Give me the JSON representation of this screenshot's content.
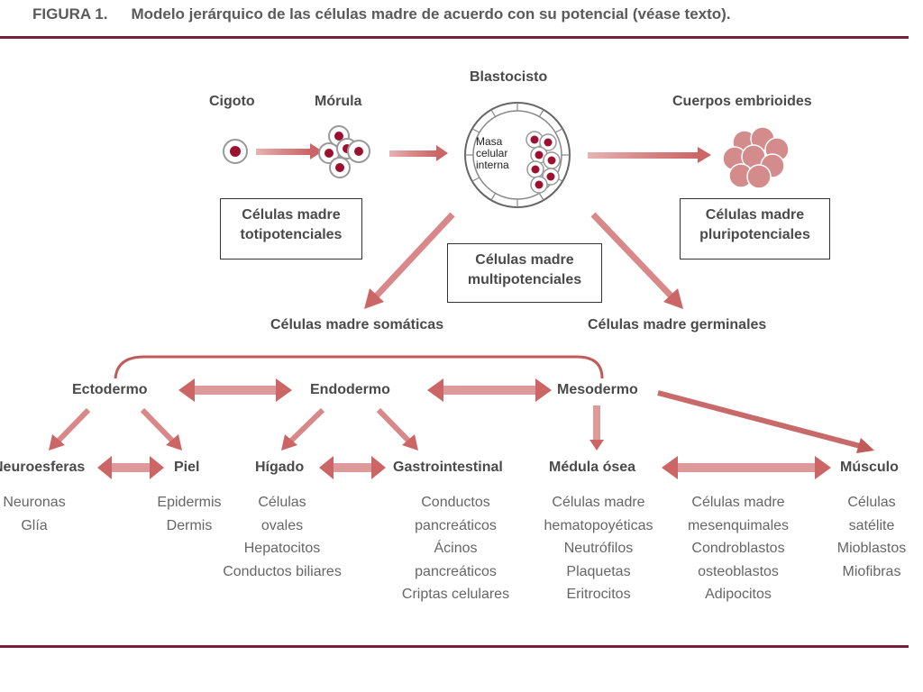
{
  "figure": {
    "number": "FIGURA 1.",
    "caption": "Modelo jerárquico de las células madre de acuerdo con su potencial (véase texto)."
  },
  "stages": {
    "cigoto": "Cigoto",
    "morula": "Mórula",
    "blastocisto": "Blastocisto",
    "masa_celular": [
      "Masa",
      "celular",
      "interna"
    ],
    "cuerpos_embrioides": "Cuerpos embrioides"
  },
  "potency_boxes": {
    "totipotenciales": [
      "Células madre",
      "totipotenciales"
    ],
    "pluripotenciales": [
      "Células madre",
      "pluripotenciales"
    ],
    "multipotenciales": [
      "Células madre",
      "multipotenciales"
    ]
  },
  "branches": {
    "somaticas": "Células madre somáticas",
    "germinales": "Células madre germinales"
  },
  "germ_layers": {
    "ectodermo": "Ectodermo",
    "endodermo": "Endodermo",
    "mesodermo": "Mesodermo"
  },
  "tissues": [
    {
      "name": "Neuroesferas",
      "cells": [
        "Neuronas",
        "Glía"
      ]
    },
    {
      "name": "Piel",
      "cells": [
        "Epidermis",
        "Dermis"
      ]
    },
    {
      "name": "Hígado",
      "cells": [
        "Células",
        "ovales",
        "Hepatocitos",
        "Conductos biliares"
      ]
    },
    {
      "name": "Gastrointestinal",
      "cells": [
        "Conductos",
        "pancreáticos",
        "Ácinos",
        "pancreáticos",
        "Criptas celulares"
      ]
    },
    {
      "name": "Médula ósea",
      "cells": [
        "Células madre",
        "hematopoyéticas",
        "Neutrófilos",
        "Plaquetas",
        "Eritrocitos"
      ]
    },
    {
      "name": "",
      "cells": [
        "Células madre",
        "mesenquimales",
        "Condroblastos",
        "osteoblastos",
        "Adipocitos"
      ]
    },
    {
      "name": "Músculo",
      "cells": [
        "Células",
        "satélite",
        "Mioblastos",
        "Miofibras"
      ]
    }
  ],
  "colors": {
    "rule": "#7a1f3a",
    "arrow": "#d98a8a",
    "arrow_dark": "#c25a5a",
    "nucleus": "#9c1030",
    "cell_fill": "#d48b8b"
  }
}
